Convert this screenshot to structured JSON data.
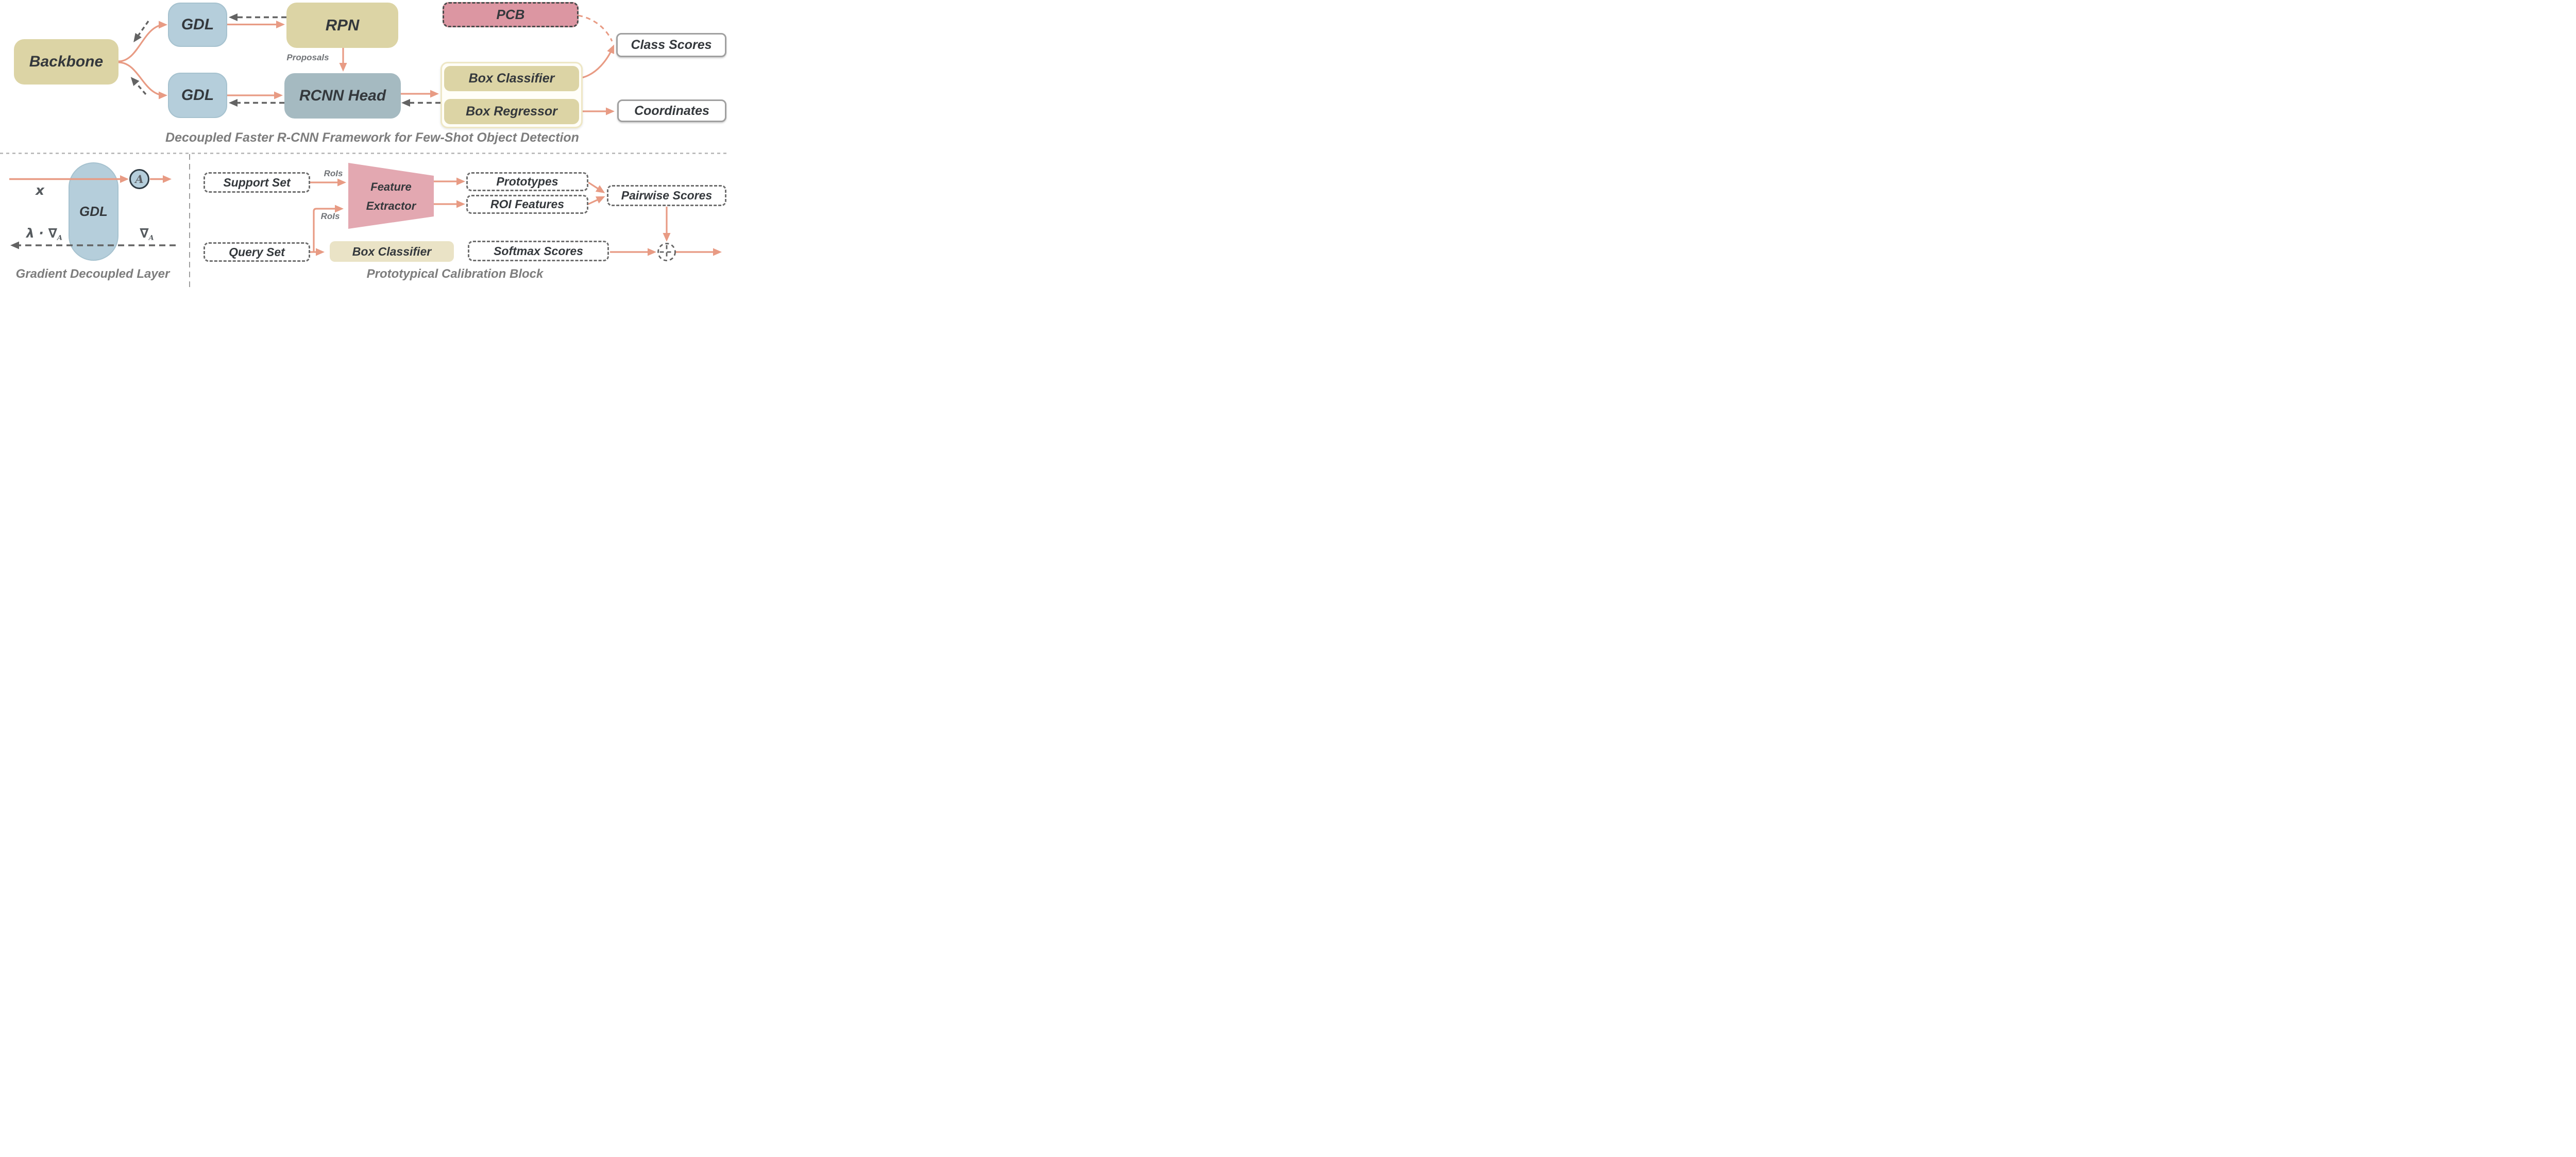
{
  "colors": {
    "tan": "#dcd4a5",
    "tan_light": "#eae3c6",
    "blue": "#b5cedb",
    "gray_blue": "#a5bac1",
    "pink": "#dc96a2",
    "pink_light": "#e3a8b1",
    "salmon": "#e89b84",
    "gray_dash": "#6b6b6b",
    "caption_gray": "#7d7d7d",
    "text_dark": "#34383c"
  },
  "framework": {
    "caption": "Decoupled Faster R-CNN Framework for Few-Shot Object Detection",
    "nodes": {
      "backbone": "Backbone",
      "gdl_top": "GDL",
      "gdl_bottom": "GDL",
      "rpn": "RPN",
      "rcnn_head": "RCNN Head",
      "pcb": "PCB",
      "box_classifier": "Box Classifier",
      "box_regressor": "Box Regressor",
      "class_scores": "Class Scores",
      "coordinates": "Coordinates"
    },
    "labels": {
      "proposals": "Proposals"
    }
  },
  "gdl_detail": {
    "caption": "Gradient Decoupled Layer",
    "node": "GDL",
    "labels": {
      "input": "x",
      "affine": "A",
      "backward_main": "λ · ∇",
      "backward_sub": "A",
      "forward_grad_main": "∇",
      "forward_grad_sub": "A"
    }
  },
  "pcb_detail": {
    "caption": "Prototypical Calibration Block",
    "nodes": {
      "support_set": "Support Set",
      "query_set": "Query Set",
      "feature_extractor_l1": "Feature",
      "feature_extractor_l2": "Extractor",
      "box_classifier": "Box Classifier",
      "prototypes": "Prototypes",
      "roi_features": "ROI Features",
      "pairwise_scores": "Pairwise Scores",
      "softmax_scores": "Softmax Scores"
    },
    "labels": {
      "rois_support": "RoIs",
      "rois_query": "RoIs"
    }
  }
}
